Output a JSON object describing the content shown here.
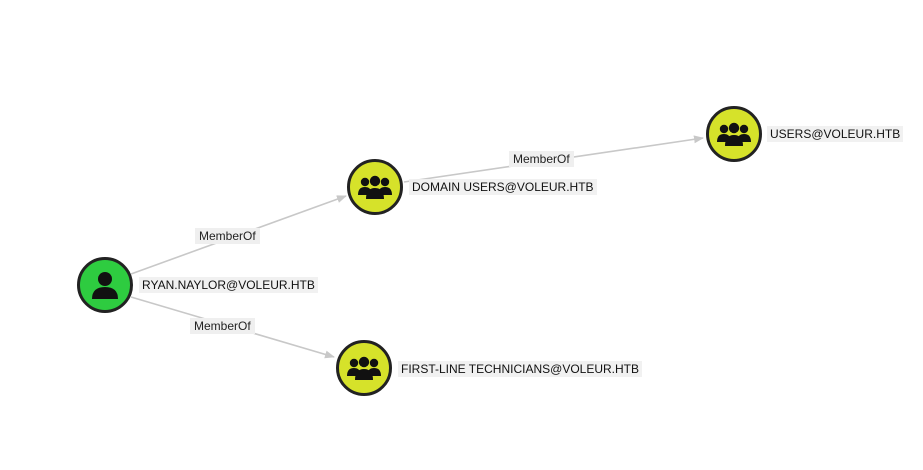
{
  "colors": {
    "user_node": "#2ecc40",
    "group_node": "#d6e22a",
    "edge": "#c8c8c8",
    "node_border": "#222222"
  },
  "nodes": {
    "ryan": {
      "label": "RYAN.NAYLOR@VOLEUR.HTB",
      "type": "user",
      "icon": "user-icon"
    },
    "domain_users": {
      "label": "DOMAIN USERS@VOLEUR.HTB",
      "type": "group",
      "icon": "group-icon"
    },
    "users": {
      "label": "USERS@VOLEUR.HTB",
      "type": "group",
      "icon": "group-icon"
    },
    "first_line": {
      "label": "FIRST-LINE TECHNICIANS@VOLEUR.HTB",
      "type": "group",
      "icon": "group-icon"
    }
  },
  "edges": [
    {
      "from": "ryan",
      "to": "domain_users",
      "label": "MemberOf"
    },
    {
      "from": "domain_users",
      "to": "users",
      "label": "MemberOf"
    },
    {
      "from": "ryan",
      "to": "first_line",
      "label": "MemberOf"
    }
  ]
}
